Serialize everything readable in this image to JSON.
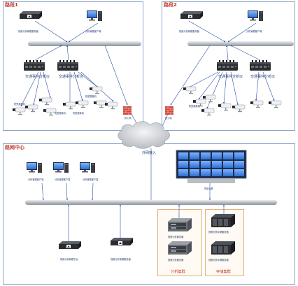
{
  "regions": {
    "section1": {
      "title": "路段1"
    },
    "section2": {
      "title": "路段2"
    },
    "center": {
      "title": "路网中心"
    }
  },
  "labels": {
    "s1_server": "视频分析管理服务器",
    "s1_pc": "分析管理客户端",
    "s1_analyzer_left": "交通事件分析仪",
    "s1_analyzer_right": "交通事件分析仪",
    "s1_firewall": "防火墙",
    "s1_cam_a": "枪型摄像机",
    "s1_cam_b": "枪型摄像机",
    "s1_cam_c": "枪型摄像机",
    "s1_cam_d": "枪型摄像机",
    "s2_server": "视频分析管理服务器",
    "s2_pc": "分析管理客户端",
    "s2_analyzer_left": "交通事件分析仪",
    "s2_analyzer_right": "交通事件分析仪",
    "s2_firewall": "防火墙",
    "s2_cam_a": "枪型摄像机",
    "internet": "外网接入",
    "center_pc1": "分析管理客户端",
    "center_pc2": "分析管理客户端",
    "center_pc3": "分析管理客户端",
    "videowall": "拼接大屏",
    "center_server1": "视频分析管理平台",
    "center_server2": "视频分析管理服务器",
    "analysis_server1": "视频分析服务器",
    "analysis_server2": "视频分析服务器",
    "storage_server1": "视频分析存储服务器",
    "storage_server2": "视频分析存储服务器",
    "cluster_analysis": "分析集群",
    "cluster_storage": "存储集群"
  },
  "colors": {
    "region_border": "#8aa3c8",
    "title_red": "#c0392b",
    "link_blue": "#2a50a8",
    "bus_gray": "#b9bec6",
    "cluster_border": "#e2b27a"
  }
}
